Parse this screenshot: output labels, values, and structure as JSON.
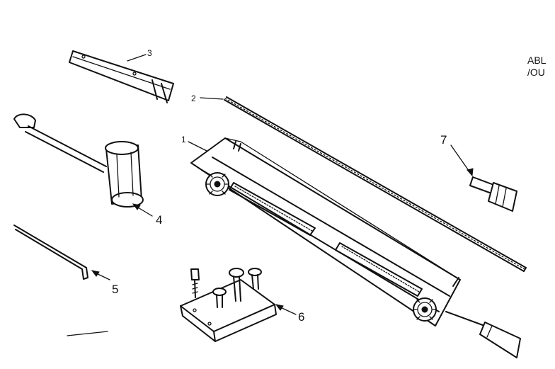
{
  "callouts": {
    "c1": "1",
    "c2": "2",
    "c3": "3",
    "c4": "4",
    "c5": "5",
    "c6": "6",
    "c7": "7"
  },
  "corner_text": {
    "line1": "ABL",
    "line2": "/OU"
  },
  "colors": {
    "ink": "#111111",
    "paper": "#ffffff"
  }
}
